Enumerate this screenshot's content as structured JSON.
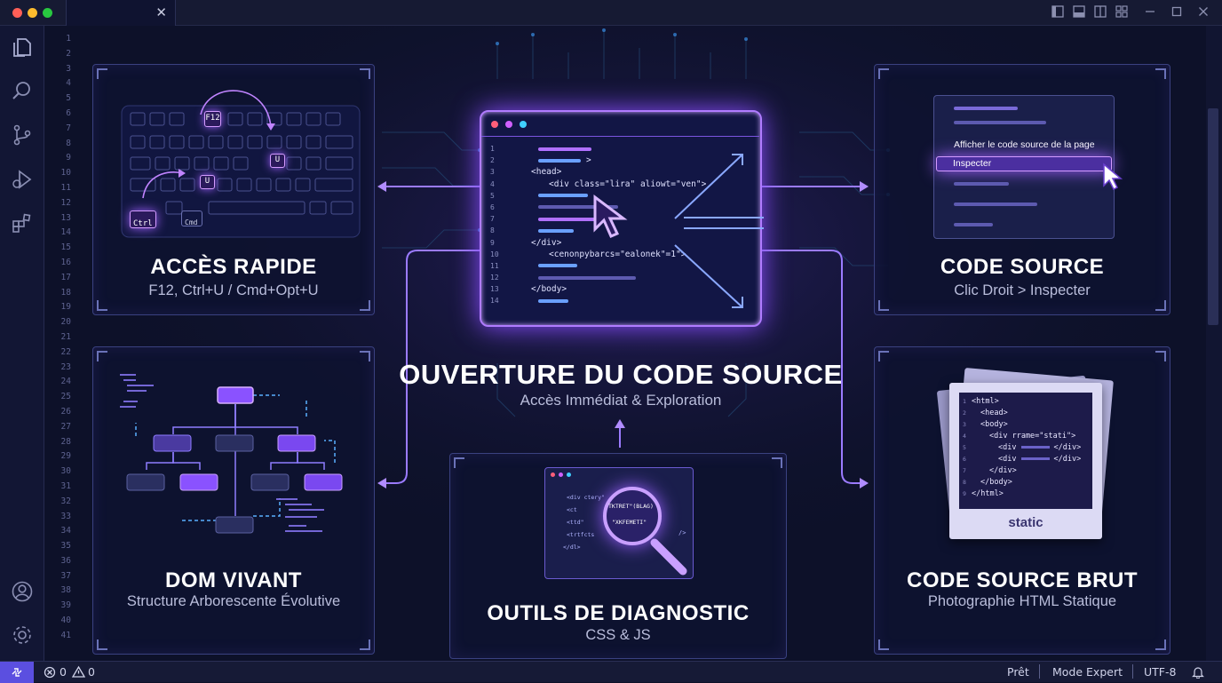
{
  "editor": {
    "line_numbers": [
      "1",
      "2",
      "3",
      "4",
      "5",
      "6",
      "7",
      "8",
      "9",
      "10",
      "11",
      "12",
      "13",
      "14",
      "15",
      "16",
      "17",
      "18",
      "19",
      "20",
      "21",
      "22",
      "23",
      "24",
      "25",
      "26",
      "27",
      "28",
      "29",
      "30",
      "31",
      "32",
      "33",
      "34",
      "35",
      "36",
      "37",
      "38",
      "39",
      "40",
      "41"
    ]
  },
  "activity_bar": {
    "top_icons": [
      "files-icon",
      "search-icon",
      "source-control-icon",
      "run-debug-icon",
      "extensions-icon"
    ],
    "bottom_icons": [
      "account-icon",
      "settings-gear-icon"
    ]
  },
  "center": {
    "title": "OUVERTURE DU CODE SOURCE",
    "subtitle": "Accès Immédiat & Exploration",
    "code_lines": [
      {
        "n": "1",
        "text": ""
      },
      {
        "n": "2",
        "text": ">"
      },
      {
        "n": "3",
        "text": "<head>"
      },
      {
        "n": "4",
        "text": "<div class=\"lira\" aliowt=\"ven\">"
      },
      {
        "n": "5",
        "text": ""
      },
      {
        "n": "6",
        "text": ""
      },
      {
        "n": "7",
        "text": ""
      },
      {
        "n": "8",
        "text": ""
      },
      {
        "n": "9",
        "text": "</div>"
      },
      {
        "n": "10",
        "text": "<cenonpybarcs=\"ealonek\"=1\">"
      },
      {
        "n": "11",
        "text": ""
      },
      {
        "n": "12",
        "text": ""
      },
      {
        "n": "13",
        "text": "</body>"
      },
      {
        "n": "14",
        "text": ""
      }
    ]
  },
  "panels": {
    "quick_access": {
      "title": "ACCÈS RAPIDE",
      "subtitle": "F12, Ctrl+U / Cmd+Opt+U",
      "keys": {
        "f12": "F12",
        "u1": "U",
        "u2": "U",
        "ctrl": "Ctrl",
        "cmd": "Cmd"
      }
    },
    "view_source": {
      "title": "CODE SOURCE",
      "subtitle": "Clic Droit > Inspecter",
      "menu_item_view": "Afficher le code source de la page",
      "menu_item_inspect": "Inspecter"
    },
    "live_dom": {
      "title": "DOM VIVANT",
      "subtitle": "Structure Arborescente Évolutive"
    },
    "devtools": {
      "title": "OUTILS DE DIAGNOSTIC",
      "subtitle": "CSS & JS",
      "code_lines": [
        "<div ctery\"",
        "<ct",
        "<ttd\"",
        "<trtfcts",
        "</dl>"
      ],
      "magnified": [
        "TKTRET\"(BLAG)",
        "\"XKFEMETI\""
      ],
      "suffix": "/>"
    },
    "raw_source": {
      "title": "CODE SOURCE BRUT",
      "subtitle": "Photographie HTML Statique",
      "label": "static",
      "code": [
        {
          "n": "1",
          "t": "<html>"
        },
        {
          "n": "2",
          "t": "<head>"
        },
        {
          "n": "3",
          "t": "<body>"
        },
        {
          "n": "4",
          "t": "<div rrame=\"stati\">"
        },
        {
          "n": "5",
          "t": "<div"
        },
        {
          "n": "6",
          "t": "<div"
        },
        {
          "n": "7",
          "t": "</div>"
        },
        {
          "n": "8",
          "t": "</body>"
        },
        {
          "n": "9",
          "t": "</html>"
        }
      ],
      "closers": [
        "</div>",
        "</div>"
      ]
    }
  },
  "status_bar": {
    "errors": "0",
    "warnings": "0",
    "ready": "Prêt",
    "mode": "Mode Expert",
    "encoding": "UTF-8"
  },
  "colors": {
    "accent": "#a060ff",
    "glow": "#c080ff",
    "background": "#0d1129",
    "panel_border": "#3a4180"
  }
}
